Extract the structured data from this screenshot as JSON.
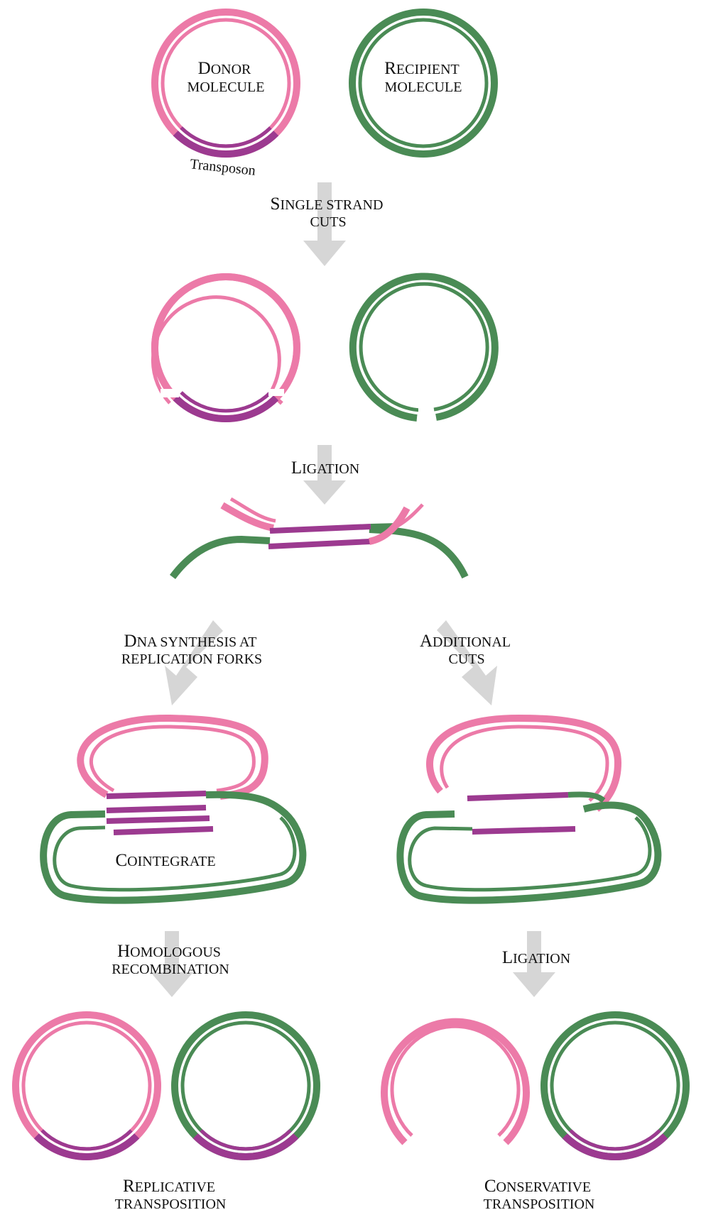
{
  "colors": {
    "donor": "#ec7aa8",
    "recipient": "#4a8b55",
    "transposon": "#9c3a90",
    "arrow": "#d6d6d6"
  },
  "labels": {
    "donor_molecule": {
      "line1_cap": "D",
      "line1_rest": "ONOR",
      "line2": "MOLECULE"
    },
    "recipient_molecule": {
      "line1_cap": "R",
      "line1_rest": "ECIPIENT",
      "line2": "MOLECULE"
    },
    "transposon": "Transposon",
    "step_single_strand_cuts": {
      "line1_cap": "S",
      "line1_rest": "INGLE STRAND",
      "line2": "CUTS"
    },
    "step_ligation_1": {
      "line1_cap": "L",
      "line1_rest": "IGATION"
    },
    "step_dna_synthesis": {
      "line1_cap": "D",
      "line1_rest": "NA SYNTHESIS AT",
      "line2": "REPLICATION FORKS"
    },
    "step_additional_cuts": {
      "line1_cap": "A",
      "line1_rest": "DDITIONAL",
      "line2": "CUTS"
    },
    "cointegrate": {
      "line1_cap": "C",
      "line1_rest": "OINTEGRATE"
    },
    "step_homologous_recombination": {
      "line1_cap": "H",
      "line1_rest": "OMOLOGOUS",
      "line2": "RECOMBINATION"
    },
    "step_ligation_2": {
      "line1_cap": "L",
      "line1_rest": "IGATION"
    },
    "result_replicative": {
      "line1_cap": "R",
      "line1_rest": "EPLICATIVE",
      "line2": "TRANSPOSITION"
    },
    "result_conservative": {
      "line1_cap": "C",
      "line1_rest": "ONSERVATIVE",
      "line2": "TRANSPOSITION"
    }
  }
}
